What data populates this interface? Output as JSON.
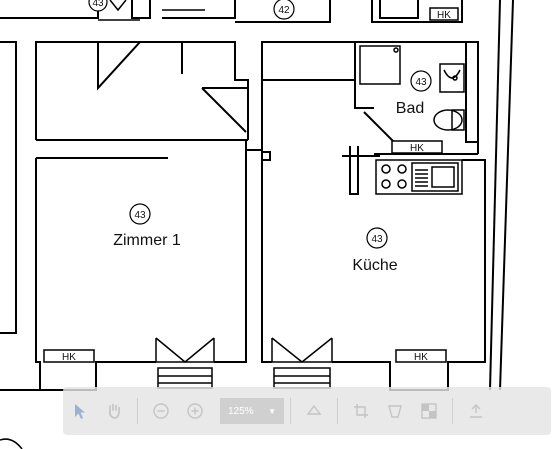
{
  "rooms": {
    "room1": {
      "name": "Zimmer 1",
      "number": "43"
    },
    "kitchen": {
      "name": "Küche",
      "number": "43"
    },
    "bath": {
      "name": "Bad",
      "number": "43"
    },
    "top_left_number": "43",
    "top_mid_number": "42"
  },
  "hk": {
    "bottom_left": "HK",
    "bath": "HK",
    "bottom_right": "HK",
    "top_right": "HK"
  },
  "toolbar": {
    "zoom_level": "125%",
    "icons": [
      "select-arrow-icon",
      "pan-hand-icon",
      "zoom-out-icon",
      "zoom-in-icon",
      "zoom-dropdown-icon",
      "rotate-icon",
      "crop-icon",
      "measure-icon",
      "layers-icon",
      "export-icon"
    ]
  }
}
